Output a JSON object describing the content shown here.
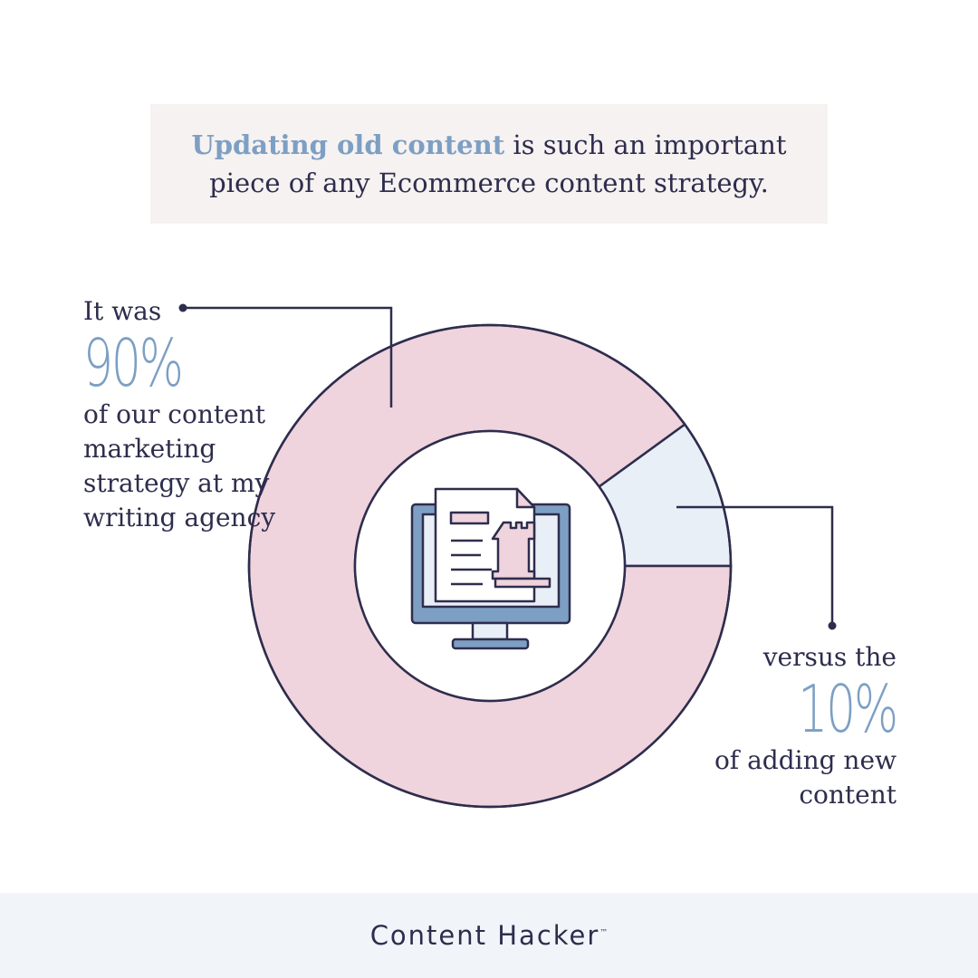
{
  "headline": {
    "highlight": "Updating old content",
    "rest": " is such an important piece of any Ecommerce content strategy."
  },
  "left_callout": {
    "prefix": "It was",
    "value": "90%",
    "suffix": "of our content marketing strategy at my writing agency"
  },
  "right_callout": {
    "prefix": "versus the",
    "value": "10%",
    "suffix": "of adding new content"
  },
  "footer": {
    "brand": "Content Hacker",
    "trademark": "™"
  },
  "chart_data": {
    "type": "pie",
    "variant": "donut",
    "segments": [
      {
        "label": "of our content marketing strategy at my writing agency",
        "value": 90,
        "color": "#efd3dd"
      },
      {
        "label": "of adding new content",
        "value": 10,
        "color": "#e9eff7"
      }
    ],
    "center_icon": "monitor-document-chess-rook-icon",
    "colors": {
      "outline": "#2e2d4d",
      "accent": "#7d9fc3"
    }
  }
}
